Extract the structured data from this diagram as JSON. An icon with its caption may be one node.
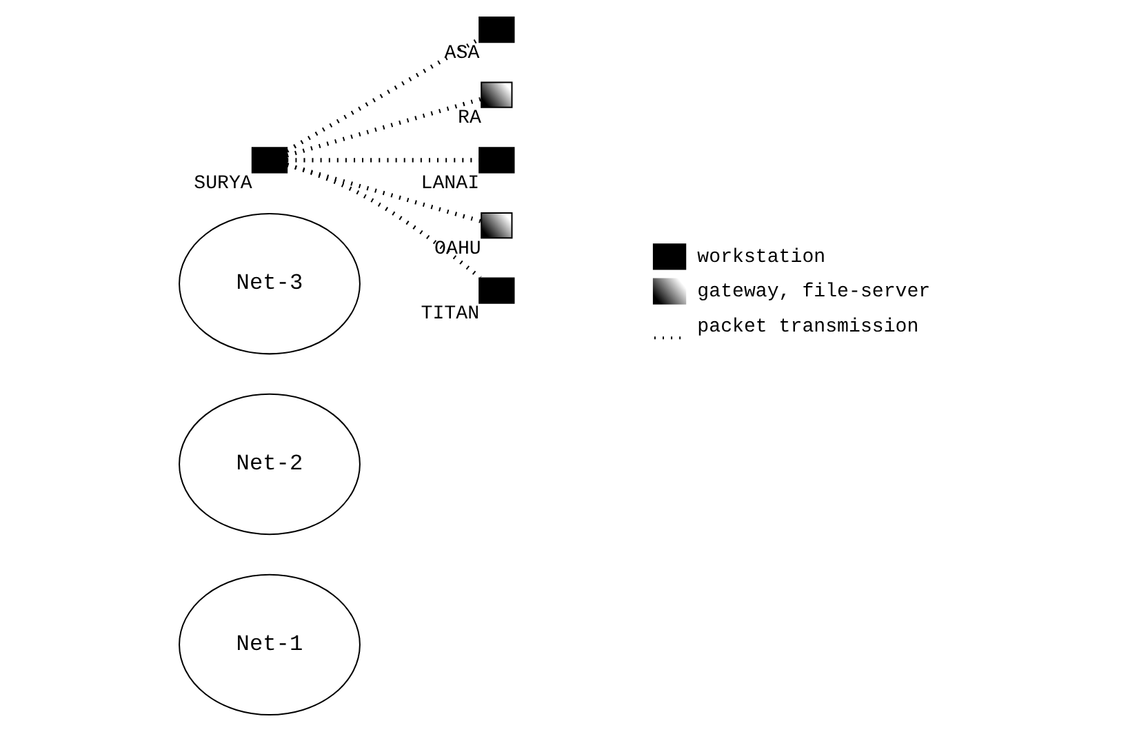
{
  "diagram": {
    "nodes": [
      {
        "text": [
          "Net-1"
        ]
      },
      {
        "text": [
          "Net-2"
        ]
      },
      {
        "text": [
          "Net-3"
        ]
      },
      {
        "text": [],
        "shape": "box",
        "beside": [
          "SURYA"
        ]
      },
      {
        "text": [],
        "shape": "box",
        "beside": [
          "ASA"
        ]
      },
      {
        "text": [],
        "shape": "hatched-box",
        "beside": [
          "RA"
        ]
      },
      {
        "text": [],
        "shape": "box",
        "beside": [
          "LANAI"
        ]
      },
      {
        "text": [],
        "shape": "hatched-box",
        "beside": [
          "OAHU"
        ]
      },
      {
        "text": [],
        "shape": "box",
        "beside": [
          "TITAN"
        ]
      }
    ],
    "edges": [
      {
        "from": 3,
        "to": 4,
        "arrow": "none",
        "style": "dashed"
      },
      {
        "from": 3,
        "to": 5,
        "arrow": "none",
        "style": "dashed"
      },
      {
        "from": 3,
        "to": 6,
        "arrow": "none",
        "style": "dashed"
      },
      {
        "from": 3,
        "to": 7,
        "arrow": "none",
        "style": "dashed"
      },
      {
        "from": 3,
        "to": 8,
        "arrow": "none",
        "style": "dashed"
      }
    ],
    "legend": [
      {
        "text": "workstation"
      },
      {
        "text": "gateway, file-server"
      },
      {
        "text": "packet transmission"
      }
    ]
  }
}
